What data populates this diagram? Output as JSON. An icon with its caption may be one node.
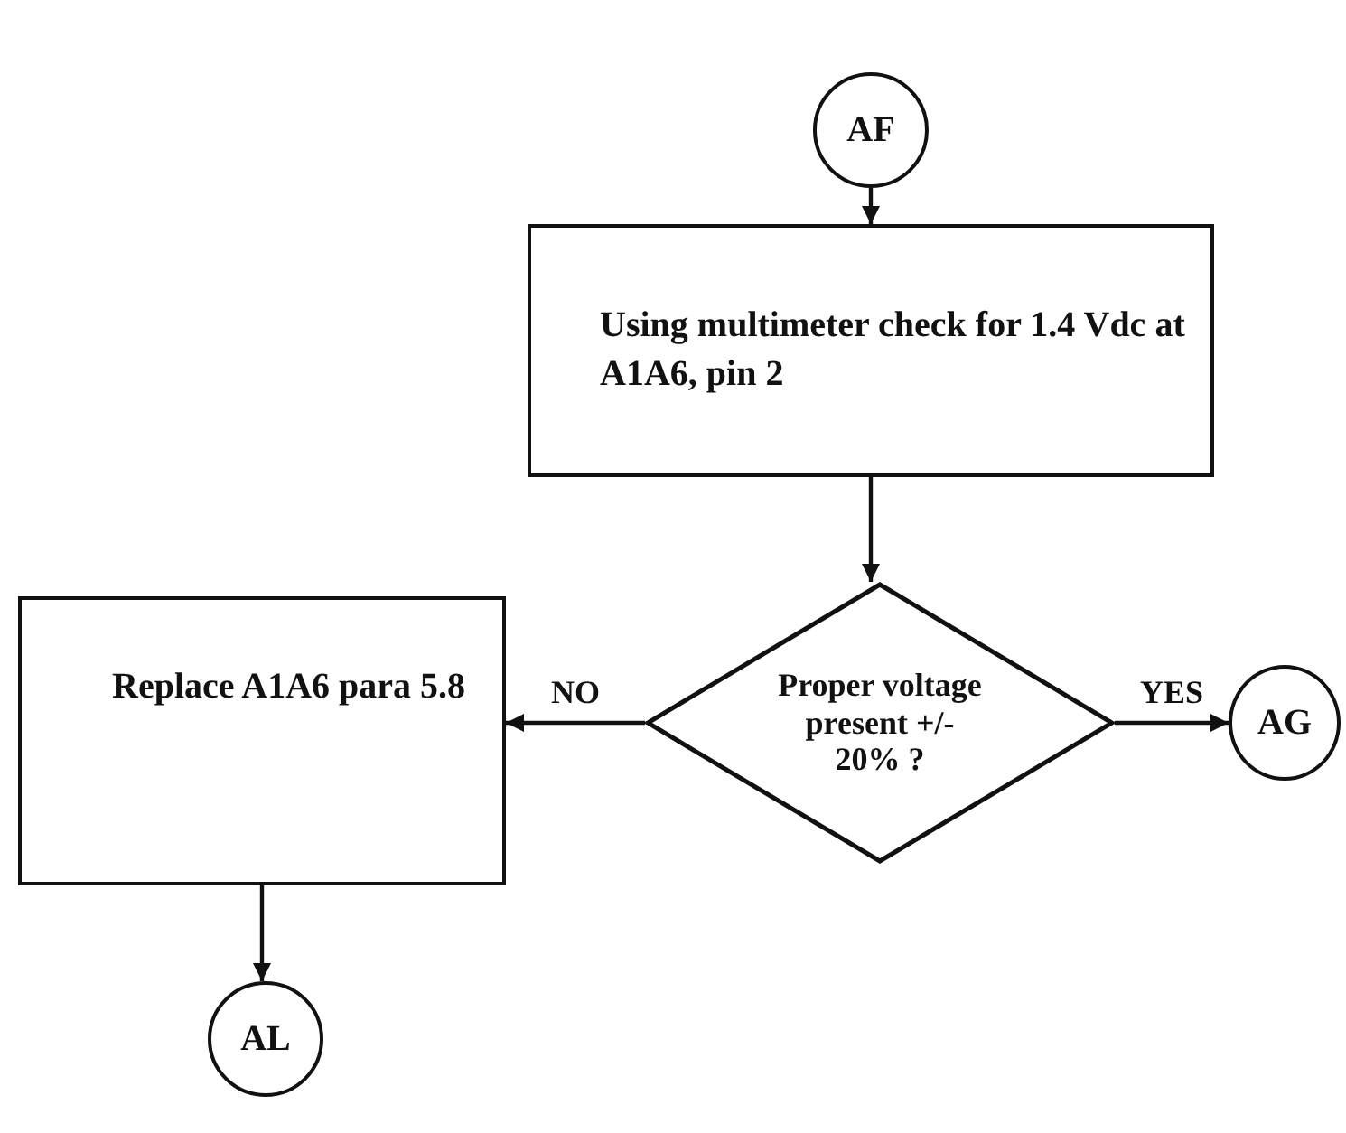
{
  "diagram": {
    "nodes": [
      {
        "text": [
          "AF"
        ]
      },
      {
        "text": [
          "Using multimeter check for 1.4 Vdc at A1A6, pin 2"
        ]
      },
      {
        "text": [
          "Proper voltage present +/- 20% ?"
        ]
      },
      {
        "text": [
          "Replace A1A6 para 5.8"
        ]
      },
      {
        "text": [
          "AG"
        ]
      },
      {
        "text": [
          "AL"
        ]
      }
    ],
    "edges": [
      {
        "from": 0,
        "to": 1,
        "arrow": "to"
      },
      {
        "from": 1,
        "to": 2,
        "arrow": "to"
      },
      {
        "from": 2,
        "to": 3,
        "arrow": "to",
        "label": "NO"
      },
      {
        "from": 2,
        "to": 4,
        "arrow": "to",
        "label": "YES"
      },
      {
        "from": 3,
        "to": 5,
        "arrow": "to"
      }
    ]
  }
}
